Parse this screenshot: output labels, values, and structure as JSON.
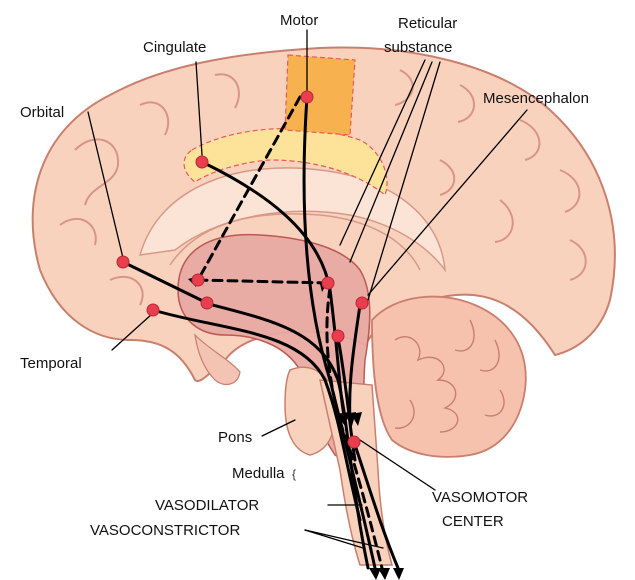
{
  "labels": {
    "motor": "Motor",
    "cingulate": "Cingulate",
    "reticular_line1": "Reticular",
    "reticular_line2": "substance",
    "mesencephalon": "Mesencephalon",
    "orbital": "Orbital",
    "temporal": "Temporal",
    "pons": "Pons",
    "medulla": "Medulla",
    "medulla_mark": "{",
    "vasodilator": "VASODILATOR",
    "vasoconstrictor": "VASOCONSTRICTOR",
    "vasomotor_line1": "VASOMOTOR",
    "vasomotor_line2": "CENTER"
  },
  "colors": {
    "cortex_fill": "#f9d2bd",
    "cortex_outline": "#c97f6e",
    "inner_fill": "#fbe3d6",
    "reticular_fill": "#e9aaa3",
    "reticular_outline": "#b8534f",
    "motor_area": "#f7b24f",
    "cingulate_area": "#fde39a",
    "node": "#e83e4d",
    "pathway": "#000000",
    "text": "#111111"
  }
}
